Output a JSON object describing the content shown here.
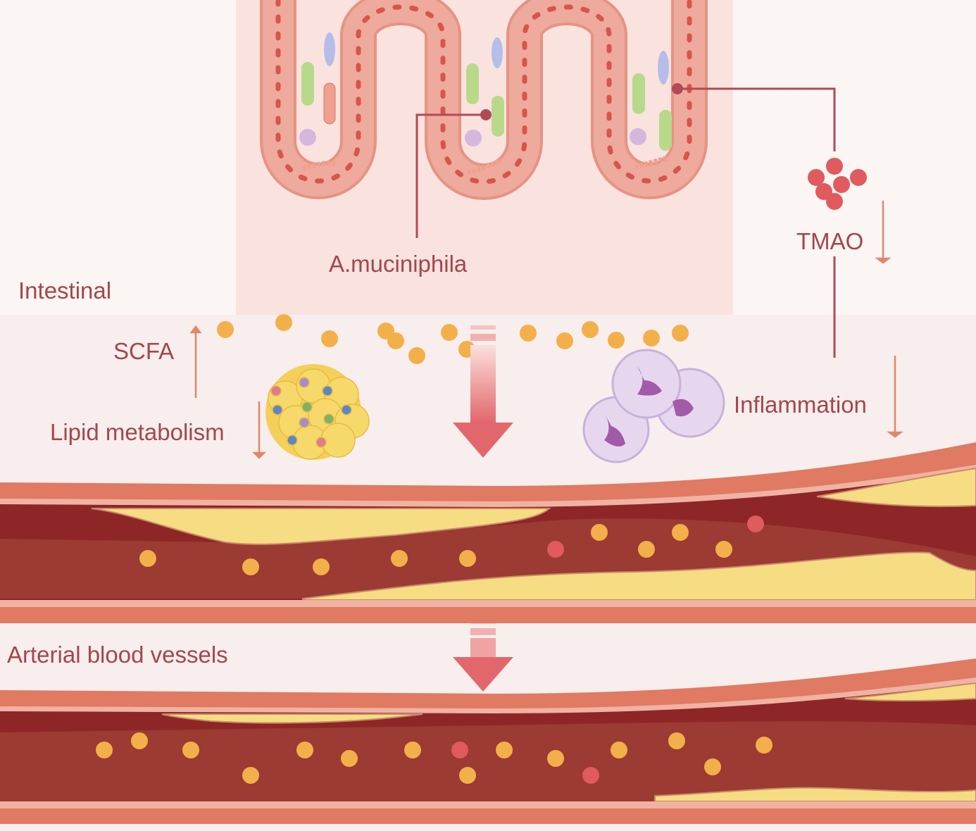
{
  "labels": {
    "intestinal": "Intestinal",
    "a_muciniphila": "A.muciniphila",
    "tmao": "TMAO",
    "scfa": "SCFA",
    "lipid_metabolism": "Lipid metabolism",
    "inflammation": "Inflammation",
    "arterial_blood_vessels": "Arterial blood vessels"
  },
  "indicators": {
    "scfa": "up",
    "lipid_metabolism": "down",
    "tmao": "down",
    "inflammation": "down"
  },
  "colors": {
    "text": "#a3474b",
    "intestine_bg": "#fae3df",
    "tissue": "#eca394",
    "vessel_wall": "#e07a62",
    "vessel_lumen": "#9b3b33",
    "plaque": "#f6dc82",
    "scfa_dot": "#f3b04a",
    "tmao_dot": "#e05a5e",
    "arrow": "#e5787a"
  }
}
